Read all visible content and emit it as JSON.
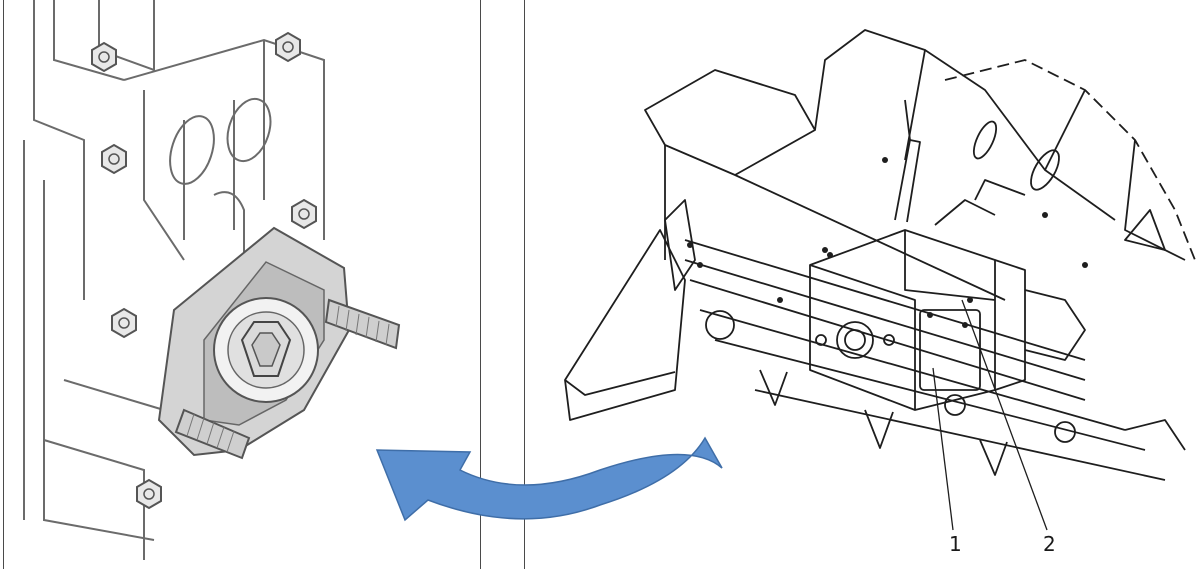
{
  "figure": {
    "left_panel": {
      "description_icon": "gearbox-detail-icon"
    },
    "right_panel": {
      "description_icon": "rotary-harrow-assembly-icon"
    },
    "arrow": {
      "color": "#5b8fcf",
      "stroke": "#3f6ea8",
      "direction": "right-to-left"
    },
    "callouts": [
      {
        "id": "1",
        "label": "1"
      },
      {
        "id": "2",
        "label": "2"
      }
    ]
  }
}
